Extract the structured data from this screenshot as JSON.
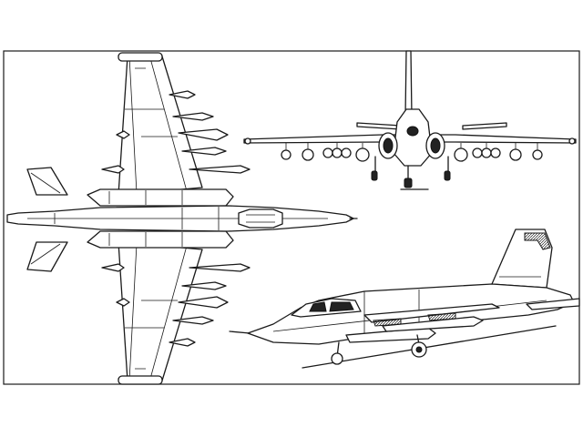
{
  "figure": {
    "description_type": "aircraft three-view line drawing",
    "views": [
      "plan-view",
      "front-view",
      "side-view"
    ],
    "colors": {
      "line": "#1a1a1a",
      "background": "#ffffff"
    }
  }
}
